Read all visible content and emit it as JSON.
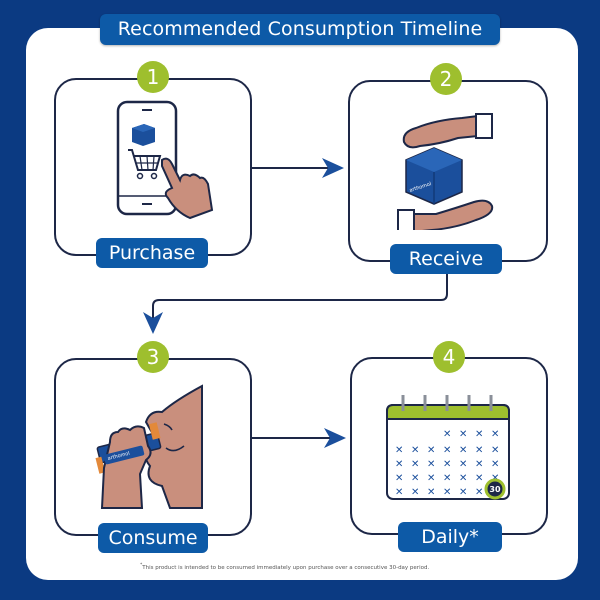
{
  "title": "Recommended Consumption Timeline",
  "steps": [
    {
      "number": "1",
      "label": "Purchase",
      "icon": "phone-cart-hand-icon"
    },
    {
      "number": "2",
      "label": "Receive",
      "icon": "hands-box-icon"
    },
    {
      "number": "3",
      "label": "Consume",
      "icon": "drinking-vial-icon"
    },
    {
      "number": "4",
      "label": "Daily*",
      "icon": "calendar-30-days-icon"
    }
  ],
  "product_brand": "arthomol",
  "calendar": {
    "final_day": "30"
  },
  "footnote": {
    "marker": "*",
    "text": "This product is intended to be consumed immediately upon purchase over a consecutive 30-day period."
  },
  "colors": {
    "frame": "#0b3a82",
    "label_bg": "#0d5aa7",
    "number_badge": "#9ebf2e",
    "outline": "#1d2747",
    "skin": "#c98f7d",
    "product": "#1b4f9c"
  }
}
